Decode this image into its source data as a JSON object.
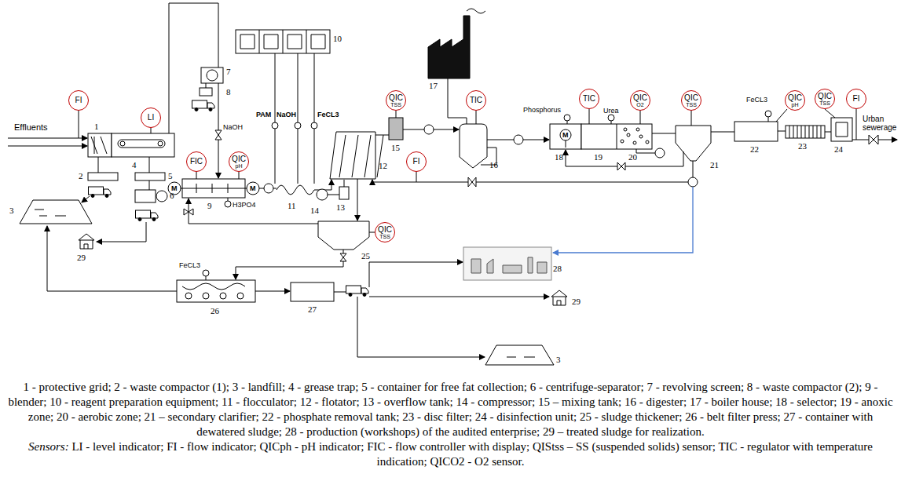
{
  "diagram": {
    "caption": "1 - protective grid; 2 - waste compactor (1); 3 - landfill; 4 - grease trap; 5 - container for free fat collection; 6 - centrifuge-separator; 7 - revolving screen; 8 - waste compactor (2); 9 - blender; 10 - reagent preparation equipment; 11 - flocculator; 12 - flotator; 13 - overflow tank; 14 - compressor; 15 – mixing tank; 16 - digester; 17 - boiler house; 18 - selector; 19 - anoxic zone; 20 - aerobic zone; 21 – secondary clarifier; 22 - phosphate removal tank; 23 - disc filter; 24 - disinfection unit; 25 - sludge thickener; 26 - belt filter press; 27 - container with dewatered sludge; 28 - production (workshops) of the audited enterprise; 29 – treated sludge for realization.",
    "nodes": [
      {
        "text": [
          "FI"
        ]
      },
      {
        "text": [
          "QIC",
          "TSS"
        ]
      },
      {
        "text": [
          "TIC"
        ]
      },
      {
        "text": [
          "TIC"
        ]
      },
      {
        "text": [
          "QIC",
          "O2"
        ]
      },
      {
        "text": [
          "QIC",
          "TSS"
        ]
      },
      {
        "text": [
          "QIC",
          "pH"
        ]
      },
      {
        "text": [
          "QIC",
          "TSS"
        ]
      },
      {
        "text": [
          "FI"
        ]
      },
      {
        "text": [
          "LI"
        ]
      },
      {
        "text": [
          "FIC"
        ]
      },
      {
        "text": [
          "QIC",
          "pH"
        ]
      },
      {
        "text": [
          "FI"
        ]
      },
      {
        "text": [
          "QIC",
          "TSS"
        ]
      }
    ],
    "labels": [
      "Effluents",
      "Urban sewerage",
      "NaOH",
      "H3PO4",
      "PAM",
      "NaOH",
      "FeCL3",
      "Phosphorus",
      "Urea",
      "FeCL3",
      "FeCL3",
      "M",
      "M",
      "M",
      "1",
      "2",
      "3",
      "4",
      "5",
      "6",
      "7",
      "8",
      "9",
      "10",
      "11",
      "12",
      "13",
      "14",
      "15",
      "16",
      "17",
      "18",
      "19",
      "20",
      "21",
      "22",
      "23",
      "24",
      "25",
      "26",
      "27",
      "28",
      "29",
      "3",
      "29",
      "Sensors:",
      "LI - level indicator; FI - flow indicator; QICph - pH indicator; FIC - flow controller with display; QIStss – SS (suspended solids) sensor; TIC - regulator with temperature indication; QICO2 - O2 sensor."
    ]
  }
}
